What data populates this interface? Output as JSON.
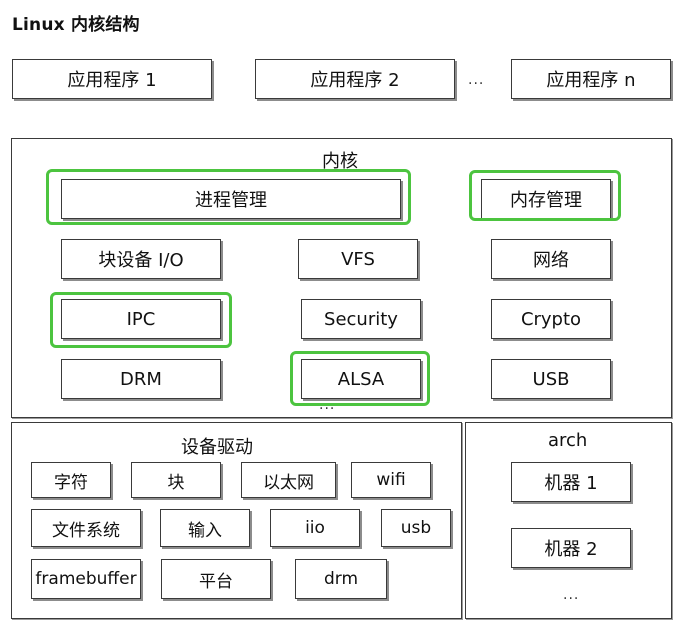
{
  "title": "Linux 内核结构",
  "apps": [
    "应用程序 1",
    "应用程序 2",
    "应用程序 n"
  ],
  "ellipsis": "···",
  "kernel": {
    "label": "内核",
    "process_mgmt": "进程管理",
    "memory_mgmt": "内存管理",
    "block_io": "块设备 I/O",
    "vfs": "VFS",
    "network": "网络",
    "ipc": "IPC",
    "security": "Security",
    "crypto": "Crypto",
    "drm": "DRM",
    "alsa": "ALSA",
    "usb": "USB"
  },
  "drivers": {
    "label": "设备驱动",
    "char": "字符",
    "block": "块",
    "ethernet": "以太网",
    "wifi": "wifi",
    "filesystem": "文件系统",
    "input": "输入",
    "iio": "iio",
    "usb": "usb",
    "framebuffer": "framebuffer",
    "platform": "平台",
    "drm": "drm"
  },
  "arch": {
    "label": "arch",
    "machine1": "机器 1",
    "machine2": "机器 2"
  },
  "colors": {
    "highlight": "#4cc43f",
    "border": "#3a3a3a"
  }
}
